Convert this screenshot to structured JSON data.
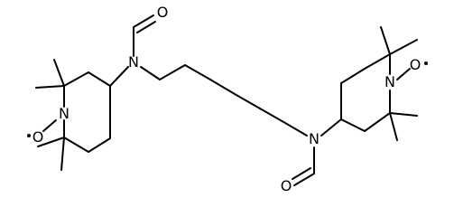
{
  "diagram": {
    "type": "skeletal-structure",
    "labels": {
      "left_formyl_o": "O",
      "left_amide_n": "N",
      "left_ring_n": "N",
      "left_radical_o": "O",
      "right_formyl_o": "O",
      "right_amide_n": "N",
      "right_ring_n": "N",
      "right_radical_o": "O"
    },
    "colors": {
      "bond": "#000000",
      "text": "#000000",
      "background": "#ffffff"
    }
  }
}
